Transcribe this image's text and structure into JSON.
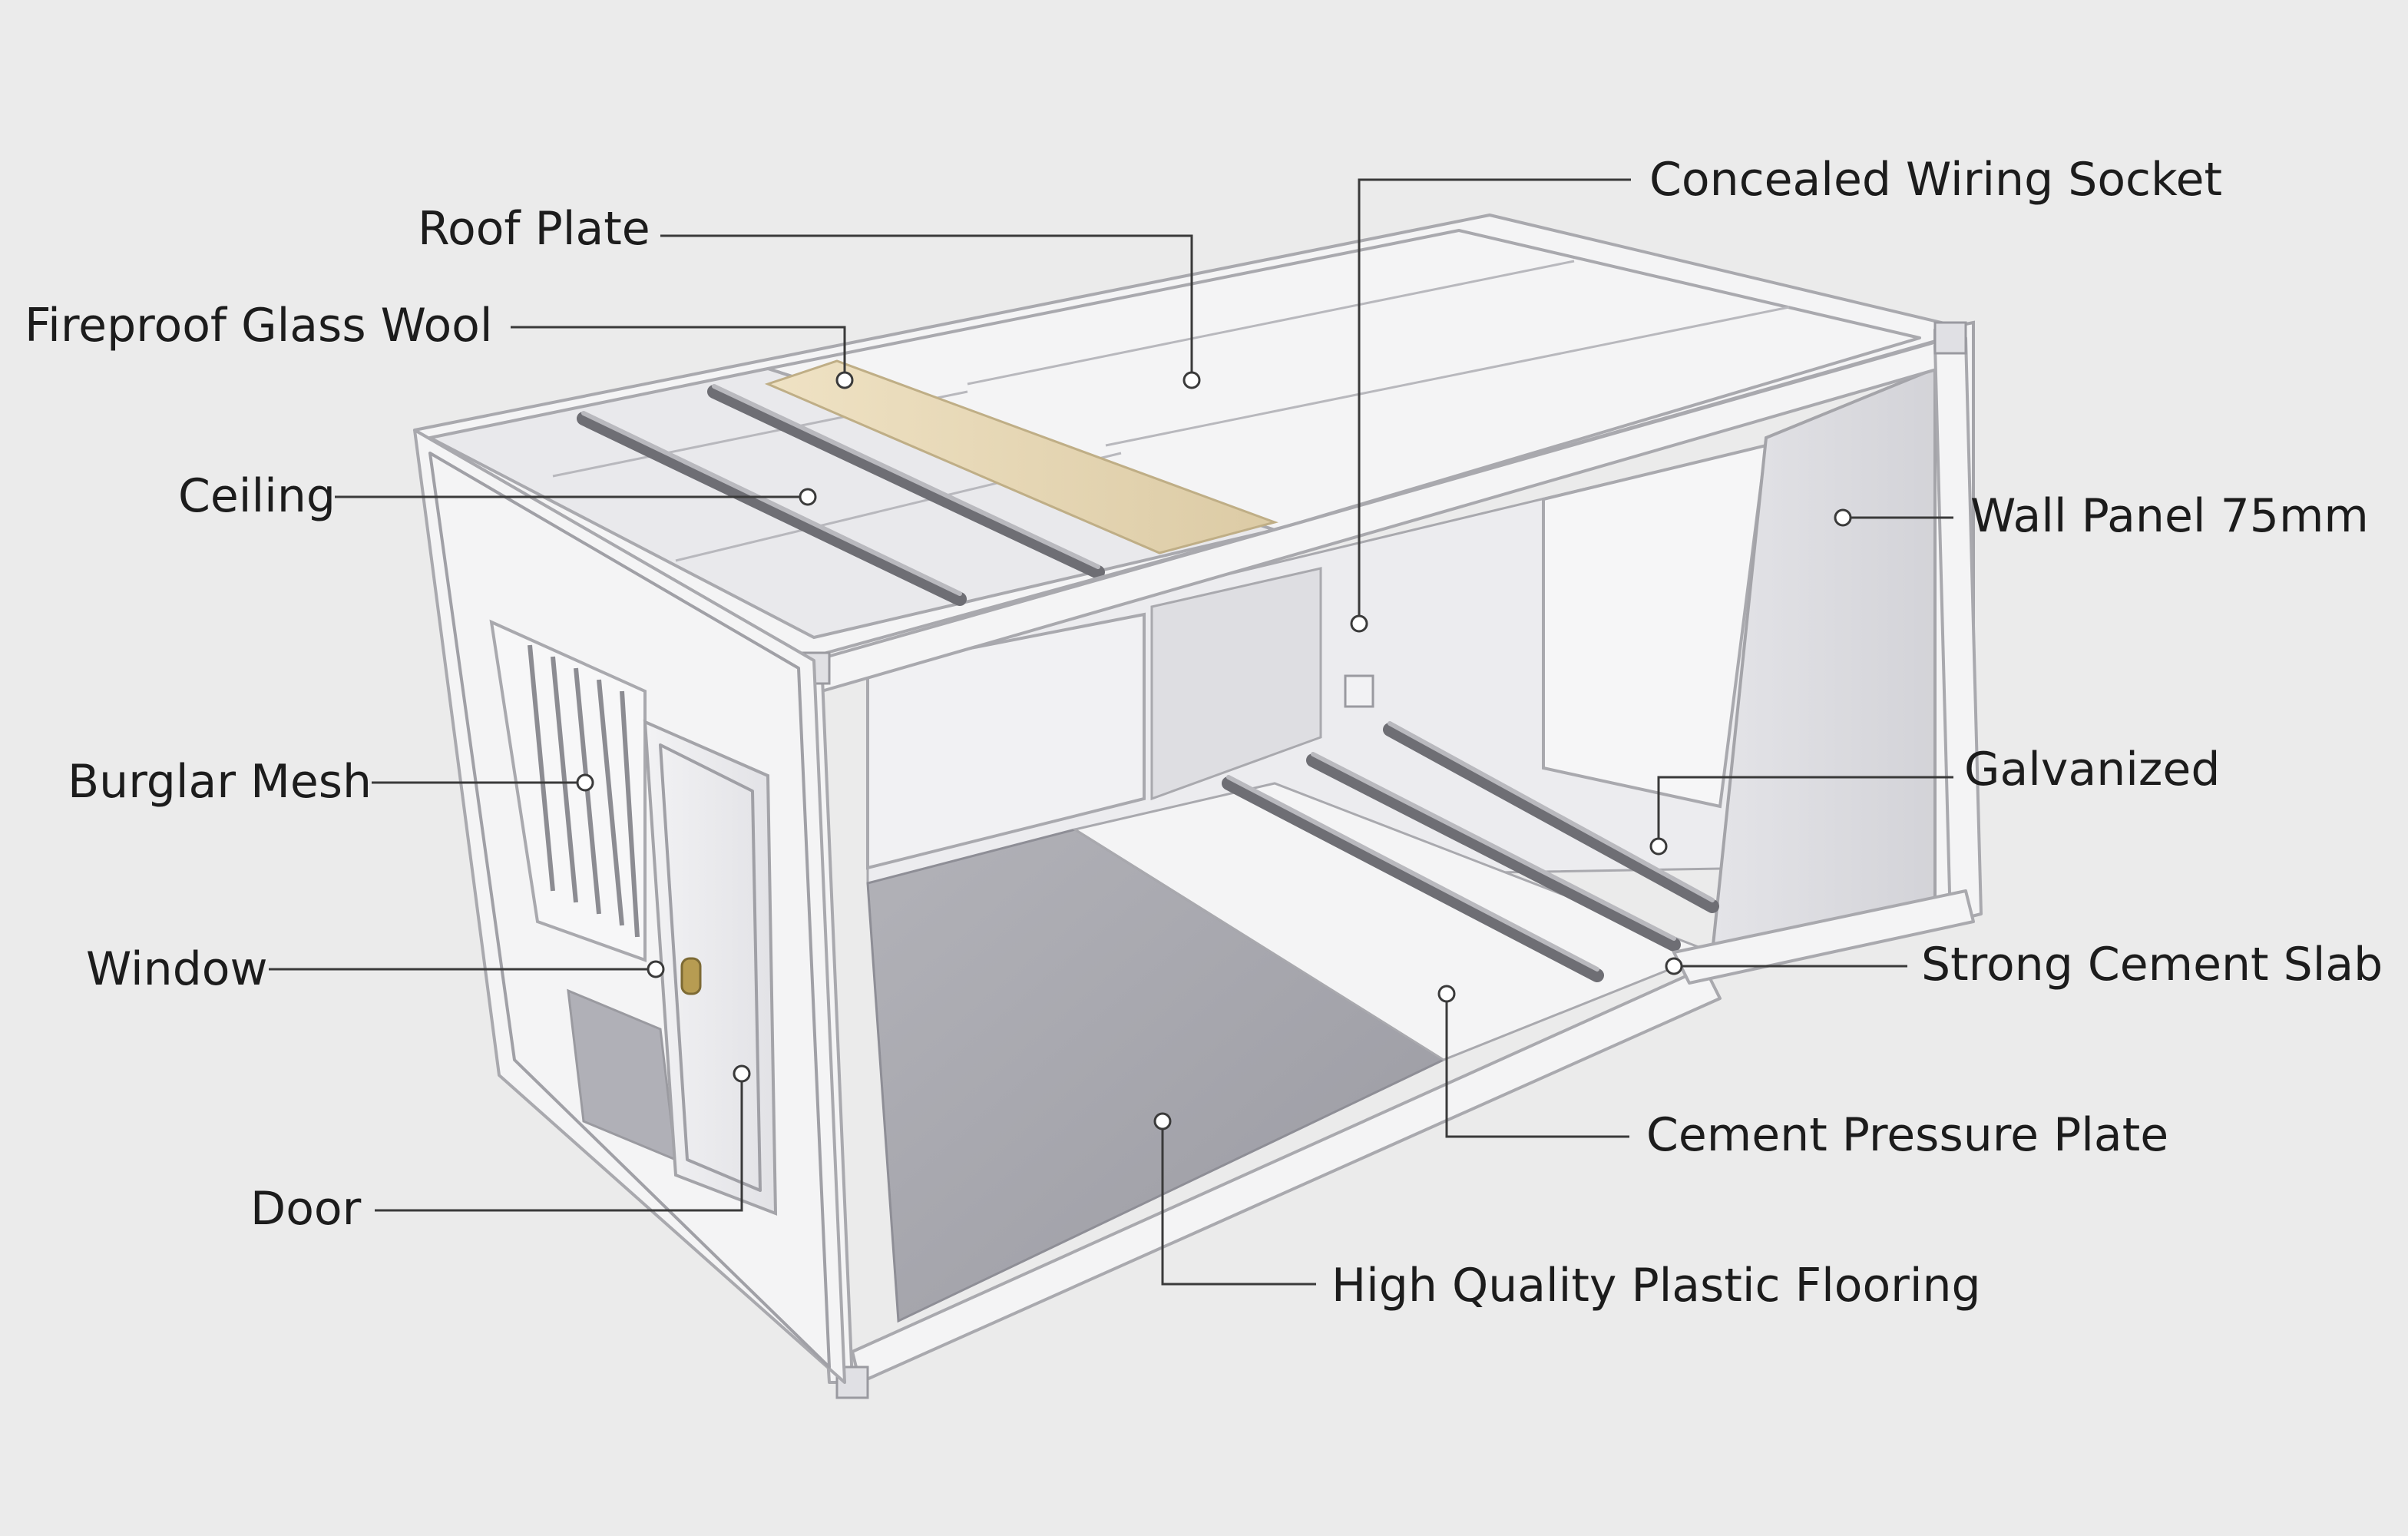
{
  "diagram": {
    "labels": {
      "roof_plate": "Roof Plate",
      "fireproof_glass_wool": "Fireproof Glass Wool",
      "ceiling": "Ceiling",
      "burglar_mesh": "Burglar Mesh",
      "window": "Window",
      "door": "Door",
      "concealed_wiring_socket": "Concealed Wiring Socket",
      "wall_panel": "Wall Panel 75mm",
      "galvanized": "Galvanized",
      "strong_cement_slab": "Strong Cement Slab",
      "cement_pressure_plate": "Cement Pressure Plate",
      "plastic_flooring": "High Quality Plastic Flooring"
    },
    "colors": {
      "background": "#ebebeb",
      "frame": "#f4f4f5",
      "floor": "#a3a3aa",
      "glass_wool": "#e6d8b8",
      "rails": "#6e6e74",
      "leader_lines": "#3a3a3a"
    }
  }
}
